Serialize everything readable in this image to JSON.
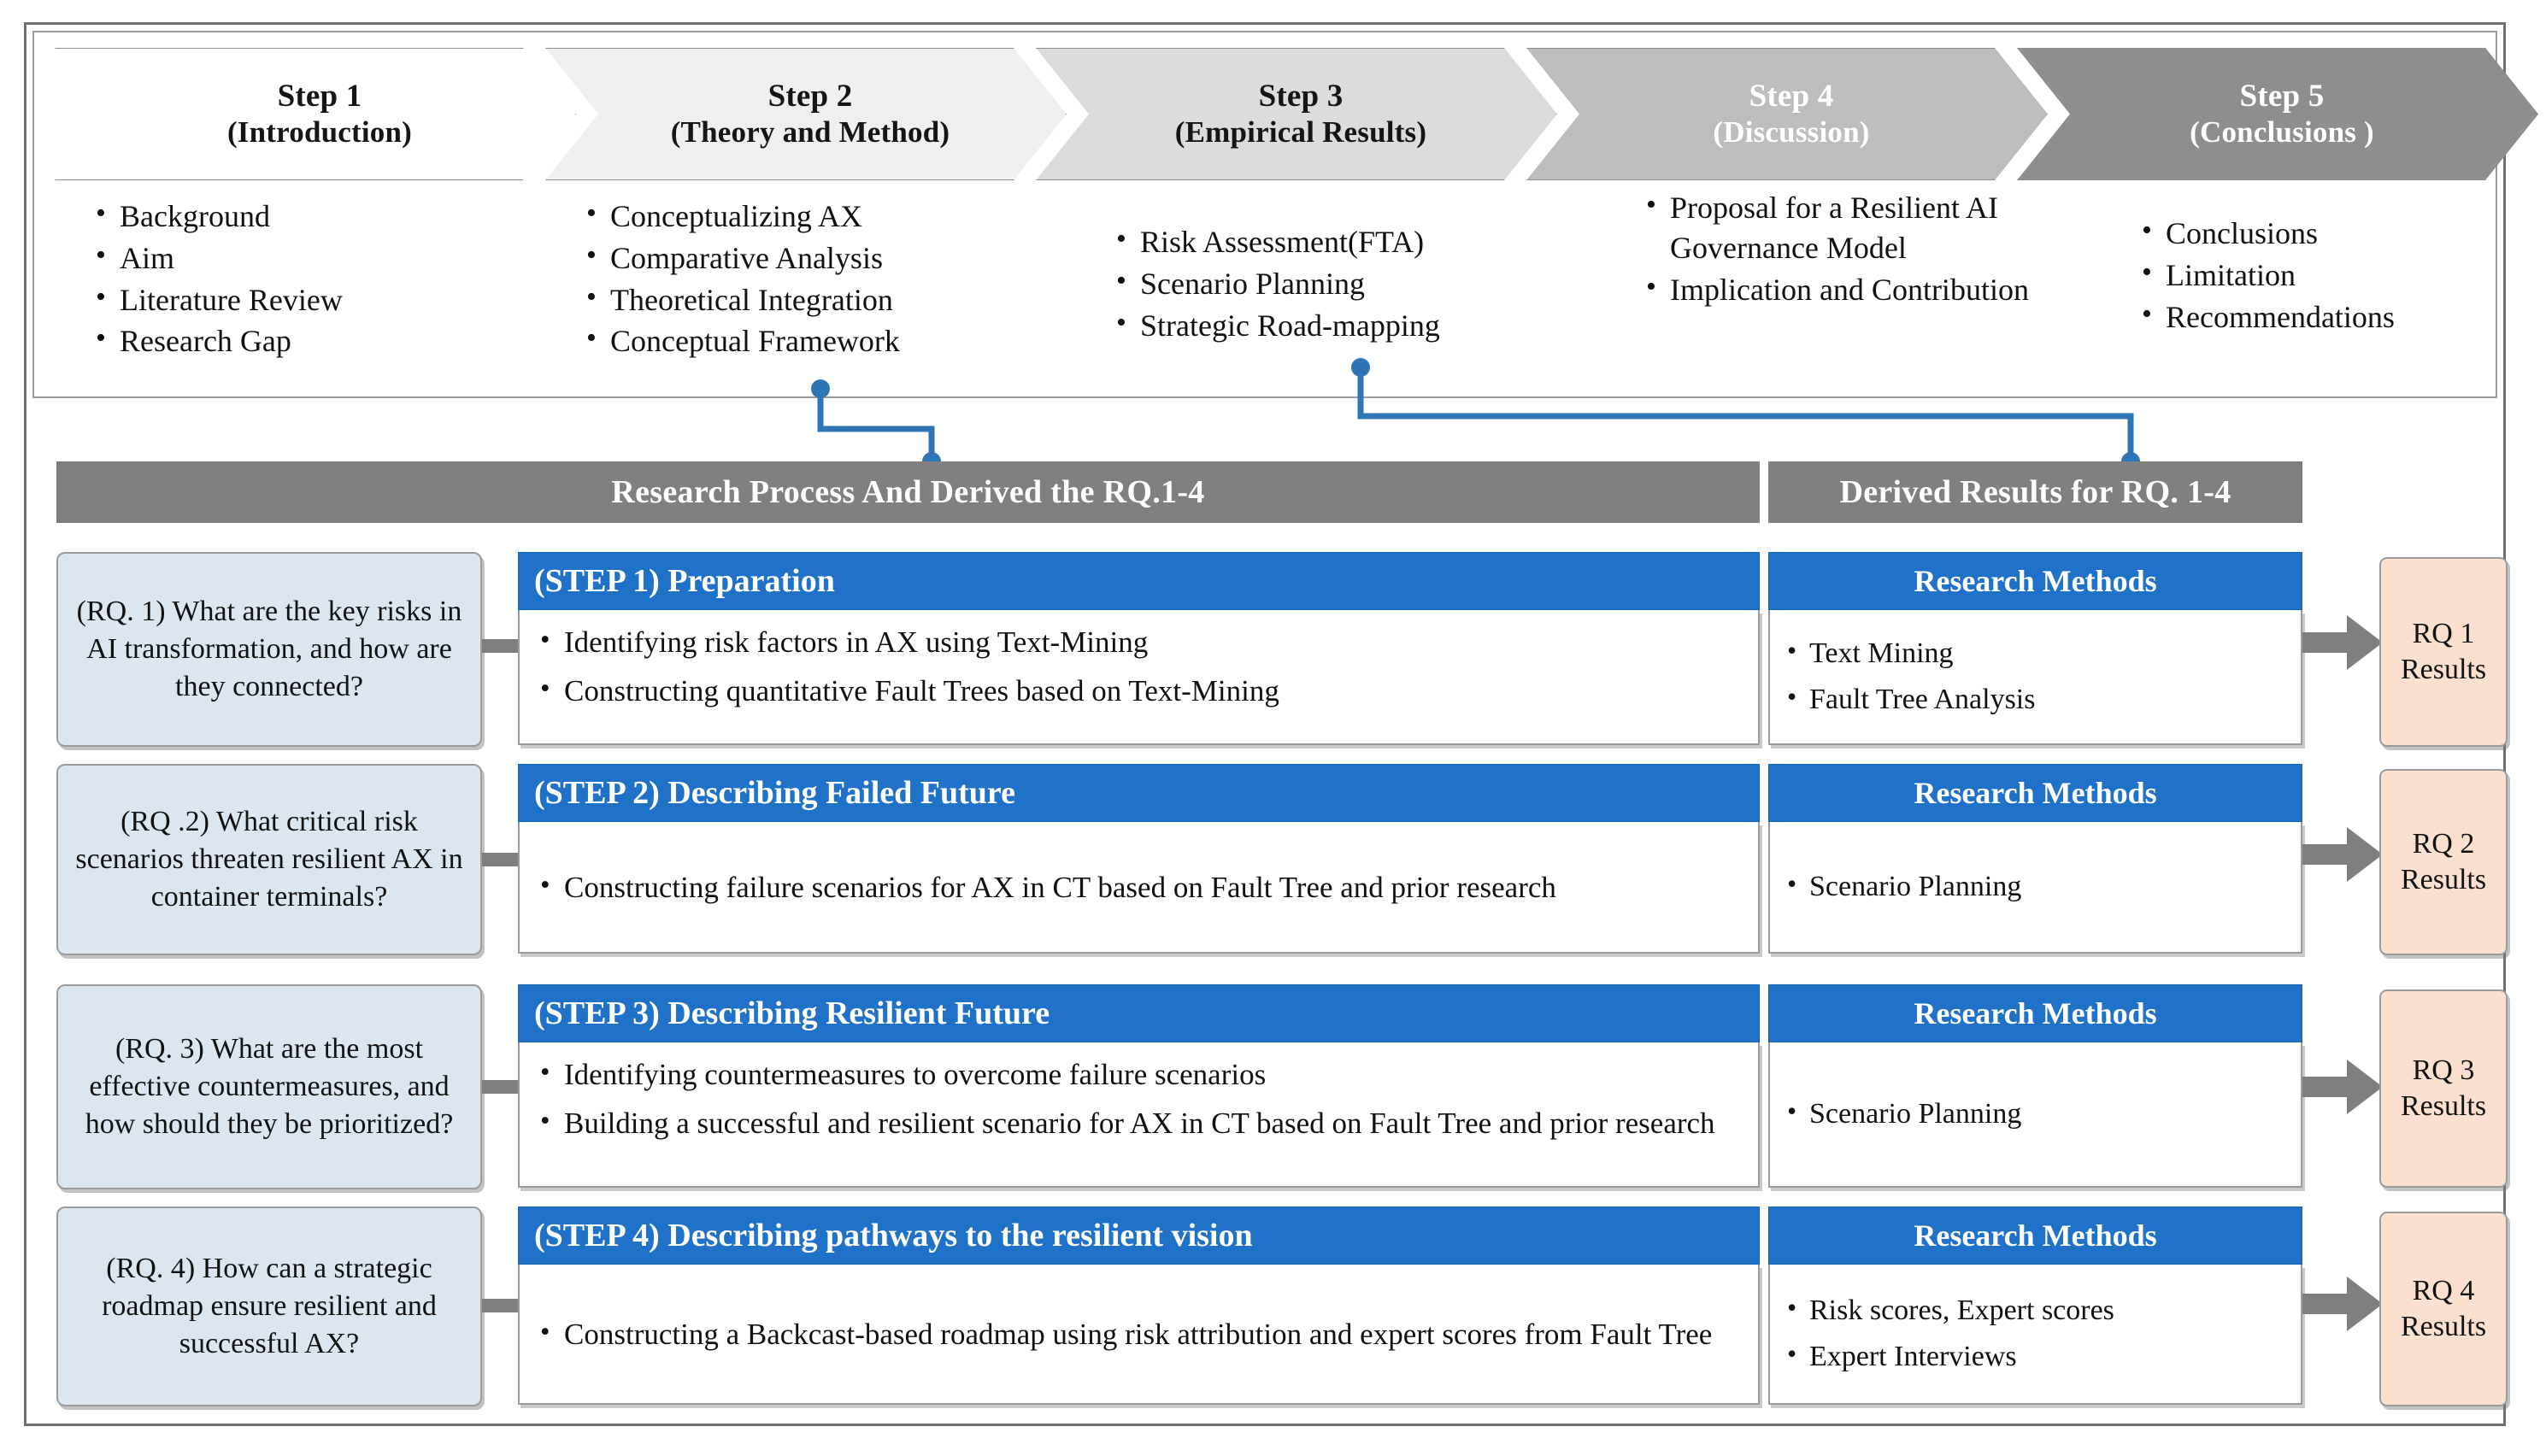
{
  "figure": {
    "title": "Research Process And Derived the RQ.1-4"
  },
  "process_steps": [
    {
      "number": "Step 1",
      "name": "(Introduction)",
      "bullets": [
        "Background",
        "Aim",
        "Literature Review",
        "Research Gap"
      ]
    },
    {
      "number": "Step 2",
      "name": "(Theory and Method)",
      "bullets": [
        "Conceptualizing AX",
        "Comparative Analysis",
        "Theoretical Integration",
        "Conceptual Framework"
      ]
    },
    {
      "number": "Step 3",
      "name": "(Empirical Results)",
      "bullets": [
        "Risk Assessment(FTA)",
        "Scenario Planning",
        "Strategic Road-mapping"
      ]
    },
    {
      "number": "Step 4",
      "name": "(Discussion)",
      "bullets": [
        "Proposal for a Resilient AI Governance Model",
        "Implication and Contribution"
      ]
    },
    {
      "number": "Step 5",
      "name": "(Conclusions )",
      "bullets": [
        "Conclusions",
        "Limitation",
        "Recommendations"
      ]
    }
  ],
  "section_headers": {
    "left": "Research Process And Derived the RQ.1-4",
    "right": "Derived Results for RQ. 1-4"
  },
  "rows": [
    {
      "question": "(RQ. 1) What are the key risks in AI transformation, and how are they connected?",
      "step_title": "(STEP 1) Preparation",
      "step_bullets": [
        "Identifying risk factors in AX using Text-Mining",
        "Constructing quantitative Fault Trees based on Text-Mining"
      ],
      "methods_title": "Research Methods",
      "methods_bullets": [
        "Text Mining",
        "Fault Tree Analysis"
      ],
      "result_line1": "RQ 1",
      "result_line2": "Results"
    },
    {
      "question": "(RQ .2) What critical risk scenarios threaten resilient AX in container terminals?",
      "step_title": "(STEP 2) Describing  Failed Future",
      "step_bullets": [
        "Constructing failure scenarios for AX in CT based on Fault Tree and prior research"
      ],
      "methods_title": "Research Methods",
      "methods_bullets": [
        "Scenario Planning"
      ],
      "result_line1": "RQ 2",
      "result_line2": "Results"
    },
    {
      "question": "(RQ. 3) What are the most effective countermeasures, and how should they be prioritized?",
      "step_title": "(STEP 3) Describing Resilient Future",
      "step_bullets": [
        "Identifying countermeasures to overcome failure scenarios",
        "Building a successful and resilient scenario for AX in CT based on Fault Tree and prior research"
      ],
      "methods_title": "Research Methods",
      "methods_bullets": [
        "Scenario Planning"
      ],
      "result_line1": "RQ 3",
      "result_line2": "Results"
    },
    {
      "question": "(RQ. 4) How can a strategic roadmap ensure resilient and successful AX?",
      "step_title": "(STEP 4) Describing pathways to the resilient vision",
      "step_bullets": [
        "Constructing a Backcast-based roadmap using risk attribution and expert scores from Fault Tree"
      ],
      "methods_title": "Research Methods",
      "methods_bullets": [
        "Risk scores, Expert scores",
        "Expert Interviews"
      ],
      "result_line1": "RQ 4",
      "result_line2": "Results"
    }
  ],
  "colors": {
    "accent_blue": "#1f72c8",
    "header_gray": "#808080",
    "question_blue": "#dce6f1",
    "result_peach": "#fbe0cf",
    "connector_blue": "#2e75b6",
    "connector_gray": "#7f7f7f"
  }
}
